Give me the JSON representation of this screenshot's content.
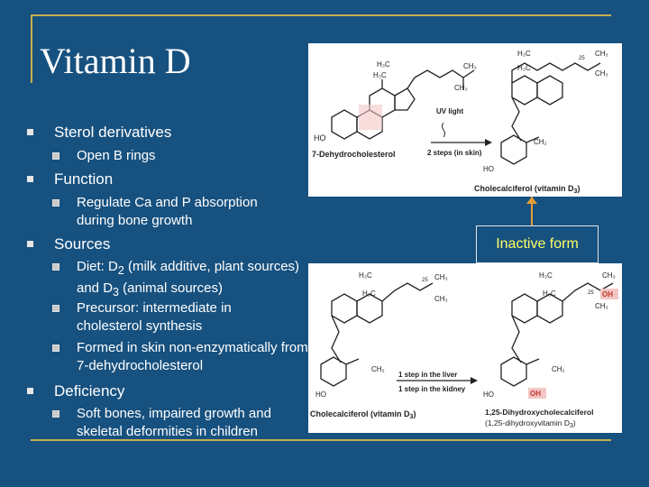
{
  "slide": {
    "title": "Vitamin D",
    "bullets": [
      {
        "label": "Sterol derivatives",
        "subs": [
          "Open B rings"
        ]
      },
      {
        "label": "Function",
        "subs": [
          "Regulate Ca and P  absorption during bone growth"
        ]
      },
      {
        "label": "Sources",
        "subs": [
          {
            "prefix": "Diet: D",
            "sub1": "2",
            "mid": " (milk additive, plant sources) and D",
            "sub2": "3",
            "suffix": " (animal sources)"
          },
          "Precursor: intermediate in cholesterol synthesis",
          "Formed in skin non-enzymatically from 7-dehydrocholesterol"
        ]
      },
      {
        "label": "Deficiency",
        "subs": [
          "Soft bones, impaired growth and skeletal deformities in children"
        ]
      }
    ],
    "inactive_label": "Inactive form"
  },
  "figure_top": {
    "left_name": "7-Dehydrocholesterol",
    "uv": "UV light",
    "steps": "2 steps (in skin)",
    "right_name": "Cholecalciferol (vitamin D",
    "right_name_sub": "3",
    "right_name_end": ")",
    "labels": {
      "h3c": "H₃C",
      "ch3": "CH₃",
      "ho": "HO",
      "ch2": "CH₂",
      "n25": "25"
    }
  },
  "figure_bottom": {
    "left_name": "Cholecalciferol (vitamin D",
    "left_name_sub": "3",
    "left_name_end": ")",
    "step1": "1 step in the liver",
    "step2": "1 step in the kidney",
    "right_name1": "1,25-Dihydroxycholecalciferol",
    "right_name2": "(1,25-dihydroxyvitamin D",
    "right_name2_sub": "3",
    "right_name2_end": ")",
    "oh": "OH",
    "labels": {
      "h3c": "H₃C",
      "ch3": "CH₃",
      "ho": "HO",
      "ch2": "CH₂",
      "n25": "25"
    }
  }
}
